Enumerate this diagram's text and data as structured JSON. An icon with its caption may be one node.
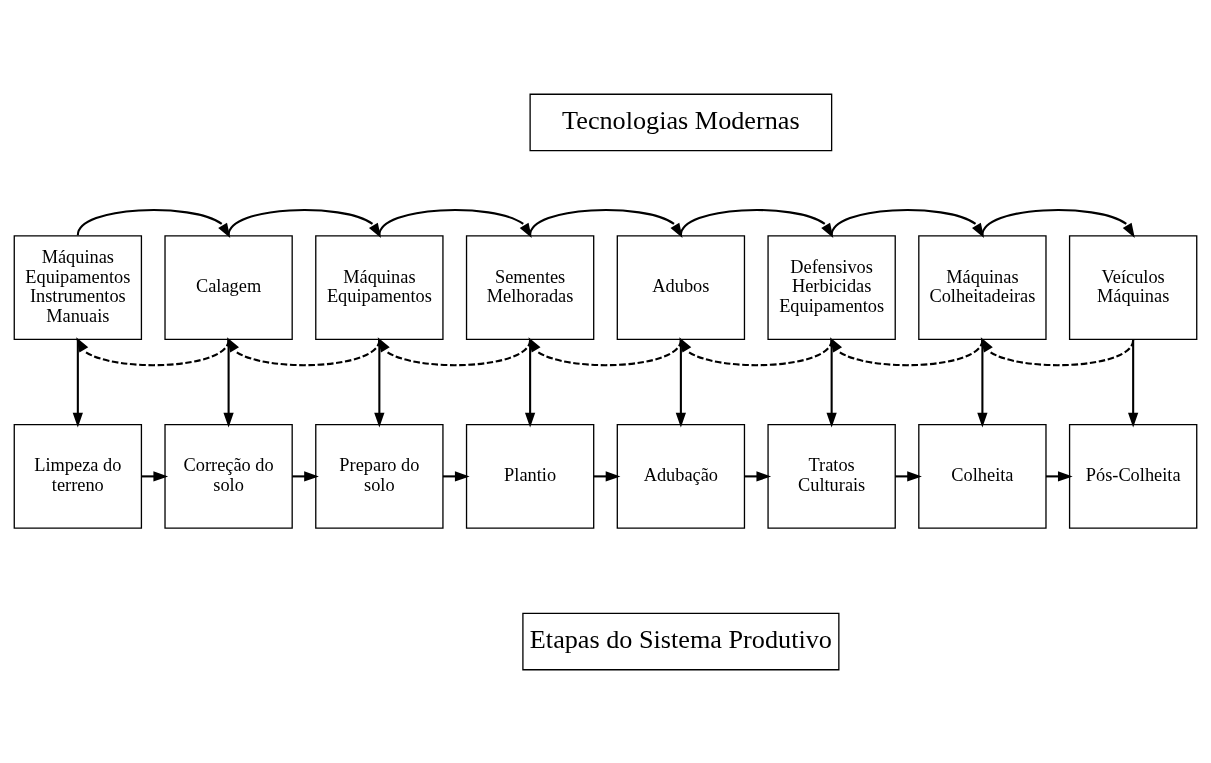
{
  "diagram": {
    "nodes": [
      {
        "text": [
          "Tecnologias Modernas"
        ]
      },
      {
        "text": [
          "Máquinas Equipamentos Instrumentos Manuais"
        ]
      },
      {
        "text": [
          "Calagem"
        ]
      },
      {
        "text": [
          "Máquinas Equipamentos"
        ]
      },
      {
        "text": [
          "Sementes Melhoradas"
        ]
      },
      {
        "text": [
          "Adubos"
        ]
      },
      {
        "text": [
          "Defensivos Herbicidas Equipamentos"
        ]
      },
      {
        "text": [
          "Máquinas Colheitadeiras"
        ]
      },
      {
        "text": [
          "Veículos Máquinas"
        ]
      },
      {
        "text": [
          "Limpeza do terreno"
        ]
      },
      {
        "text": [
          "Correção do solo"
        ]
      },
      {
        "text": [
          "Preparo do solo"
        ]
      },
      {
        "text": [
          "Plantio"
        ]
      },
      {
        "text": [
          "Adubação"
        ]
      },
      {
        "text": [
          "Tratos Culturais"
        ]
      },
      {
        "text": [
          "Colheita"
        ]
      },
      {
        "text": [
          "Pós-Colheita"
        ]
      },
      {
        "text": [
          "Etapas do Sistema Produtivo"
        ]
      }
    ],
    "edges": [
      {
        "from": 1,
        "to": 2,
        "arrow": "to"
      },
      {
        "from": 2,
        "to": 3,
        "arrow": "to"
      },
      {
        "from": 3,
        "to": 4,
        "arrow": "to"
      },
      {
        "from": 4,
        "to": 5,
        "arrow": "to"
      },
      {
        "from": 5,
        "to": 6,
        "arrow": "to"
      },
      {
        "from": 6,
        "to": 7,
        "arrow": "to"
      },
      {
        "from": 7,
        "to": 8,
        "arrow": "to"
      },
      {
        "from": 2,
        "to": 1,
        "arrow": "to",
        "style": "dashed"
      },
      {
        "from": 3,
        "to": 2,
        "arrow": "to",
        "style": "dashed"
      },
      {
        "from": 4,
        "to": 3,
        "arrow": "to",
        "style": "dashed"
      },
      {
        "from": 5,
        "to": 4,
        "arrow": "to",
        "style": "dashed"
      },
      {
        "from": 6,
        "to": 5,
        "arrow": "to",
        "style": "dashed"
      },
      {
        "from": 7,
        "to": 6,
        "arrow": "to",
        "style": "dashed"
      },
      {
        "from": 8,
        "to": 7,
        "arrow": "to",
        "style": "dashed"
      },
      {
        "from": 1,
        "to": 9,
        "arrow": "to"
      },
      {
        "from": 2,
        "to": 10,
        "arrow": "to"
      },
      {
        "from": 3,
        "to": 11,
        "arrow": "to"
      },
      {
        "from": 4,
        "to": 12,
        "arrow": "to"
      },
      {
        "from": 5,
        "to": 13,
        "arrow": "to"
      },
      {
        "from": 6,
        "to": 14,
        "arrow": "to"
      },
      {
        "from": 7,
        "to": 15,
        "arrow": "to"
      },
      {
        "from": 8,
        "to": 16,
        "arrow": "to"
      },
      {
        "from": 9,
        "to": 10,
        "arrow": "to"
      },
      {
        "from": 10,
        "to": 11,
        "arrow": "to"
      },
      {
        "from": 11,
        "to": 12,
        "arrow": "to"
      },
      {
        "from": 12,
        "to": 13,
        "arrow": "to"
      },
      {
        "from": 13,
        "to": 14,
        "arrow": "to"
      },
      {
        "from": 14,
        "to": 15,
        "arrow": "to"
      },
      {
        "from": 15,
        "to": 16,
        "arrow": "to"
      }
    ]
  }
}
